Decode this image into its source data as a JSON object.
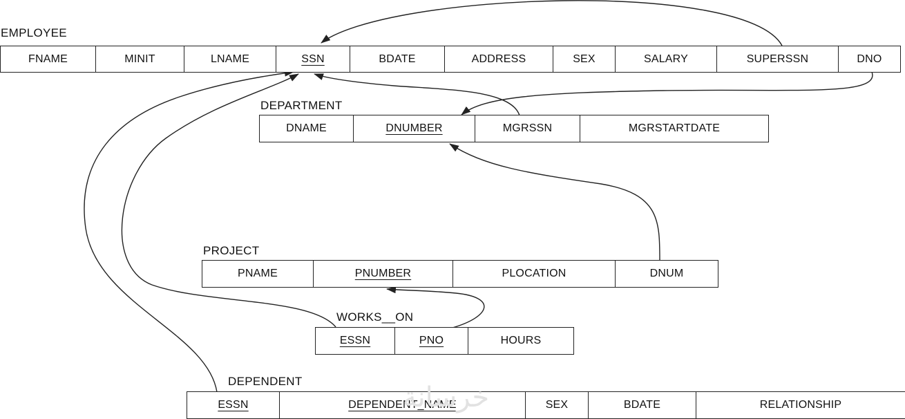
{
  "relations": [
    {
      "id": "employee",
      "name": "EMPLOYEE",
      "attributes": [
        {
          "label": "FNAME",
          "key": false
        },
        {
          "label": "MINIT",
          "key": false
        },
        {
          "label": "LNAME",
          "key": false
        },
        {
          "label": "SSN",
          "key": true
        },
        {
          "label": "BDATE",
          "key": false
        },
        {
          "label": "ADDRESS",
          "key": false
        },
        {
          "label": "SEX",
          "key": false
        },
        {
          "label": "SALARY",
          "key": false
        },
        {
          "label": "SUPERSSN",
          "key": false
        },
        {
          "label": "DNO",
          "key": false
        }
      ]
    },
    {
      "id": "department",
      "name": "DEPARTMENT",
      "attributes": [
        {
          "label": "DNAME",
          "key": false
        },
        {
          "label": "DNUMBER",
          "key": true
        },
        {
          "label": "MGRSSN",
          "key": false
        },
        {
          "label": "MGRSTARTDATE",
          "key": false
        }
      ]
    },
    {
      "id": "project",
      "name": "PROJECT",
      "attributes": [
        {
          "label": "PNAME",
          "key": false
        },
        {
          "label": "PNUMBER",
          "key": true
        },
        {
          "label": "PLOCATION",
          "key": false
        },
        {
          "label": "DNUM",
          "key": false
        }
      ]
    },
    {
      "id": "works_on",
      "name": "WORKS__ON",
      "attributes": [
        {
          "label": "ESSN",
          "key": true
        },
        {
          "label": "PNO",
          "key": true
        },
        {
          "label": "HOURS",
          "key": false
        }
      ]
    },
    {
      "id": "dependent",
      "name": "DEPENDENT",
      "attributes": [
        {
          "label": "ESSN",
          "key": true
        },
        {
          "label": "DEPENDENT_NAME",
          "key": true
        },
        {
          "label": "SEX",
          "key": false
        },
        {
          "label": "BDATE",
          "key": false
        },
        {
          "label": "RELATIONSHIP",
          "key": false
        }
      ]
    }
  ],
  "foreign_keys": [
    {
      "from": "EMPLOYEE.SUPERSSN",
      "to": "EMPLOYEE.SSN"
    },
    {
      "from": "EMPLOYEE.DNO",
      "to": "DEPARTMENT.DNUMBER"
    },
    {
      "from": "DEPARTMENT.MGRSSN",
      "to": "EMPLOYEE.SSN"
    },
    {
      "from": "PROJECT.DNUM",
      "to": "DEPARTMENT.DNUMBER"
    },
    {
      "from": "WORKS__ON.ESSN",
      "to": "EMPLOYEE.SSN"
    },
    {
      "from": "WORKS__ON.PNO",
      "to": "PROJECT.PNUMBER"
    },
    {
      "from": "DEPENDENT.ESSN",
      "to": "EMPLOYEE.SSN"
    }
  ],
  "watermark": "خرسانة",
  "colors": {
    "line": "#222222",
    "watermark": "#e2e2e2"
  }
}
